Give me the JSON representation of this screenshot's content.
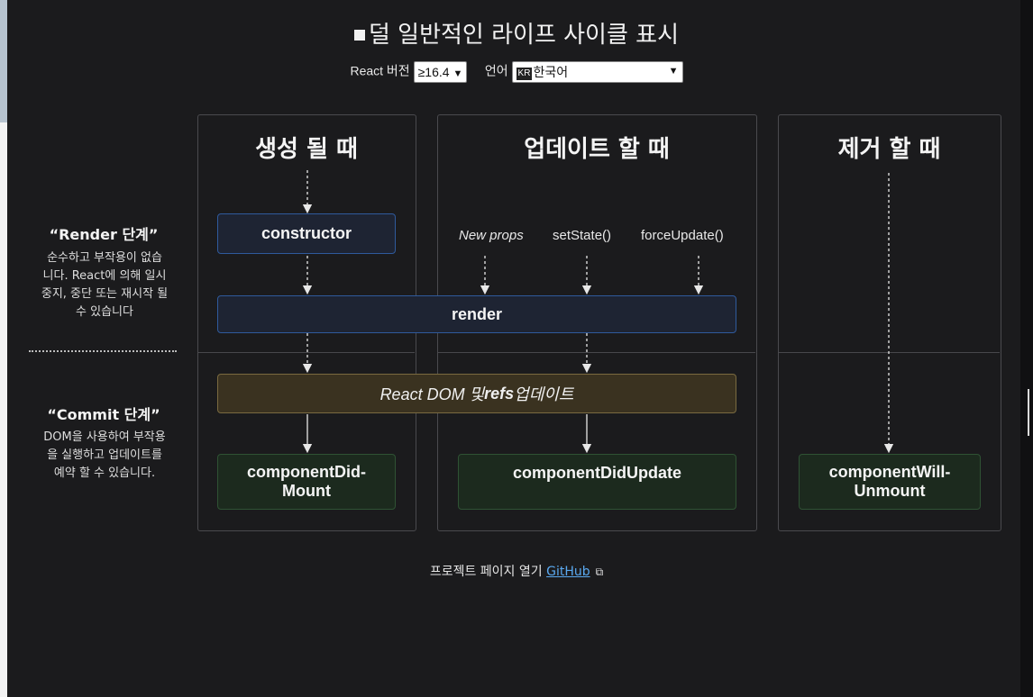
{
  "header": {
    "title": "덜 일반적인 라이프 사이클 표시",
    "react_version_label": "React 버전",
    "react_version_value": "≥16.4",
    "language_label": "언어",
    "language_flag": "🇰🇷",
    "language_value": "한국어"
  },
  "columns": {
    "mount_title": "생성 될 때",
    "update_title": "업데이트 할 때",
    "unmount_title": "제거 할 때"
  },
  "triggers": {
    "new_props": "New props",
    "set_state": "setState()",
    "force_update": "forceUpdate()"
  },
  "nodes": {
    "constructor": "constructor",
    "render": "render",
    "dom_update_a": "React DOM 및 ",
    "dom_update_b": "refs",
    "dom_update_c": " 업데이트",
    "did_mount_1": "componentDid-",
    "did_mount_2": "Mount",
    "did_update": "componentDidUpdate",
    "will_unmount_1": "componentWill-",
    "will_unmount_2": "Unmount"
  },
  "side": {
    "render_phase_title": "“Render 단계”",
    "render_phase_desc_1": "순수하고 부작용이 없습",
    "render_phase_desc_2": "니다. React에 의해 일시",
    "render_phase_desc_3": "중지, 중단 또는 재시작 될",
    "render_phase_desc_4": "수 있습니다",
    "commit_phase_title": "“Commit 단계”",
    "commit_phase_desc_1": "DOM을 사용하여 부작용",
    "commit_phase_desc_2": "을 실행하고 업데이트를",
    "commit_phase_desc_3": "예약 할 수 있습니다."
  },
  "footer": {
    "text": "프로젝트 페이지 열기 ",
    "link": "GitHub"
  }
}
